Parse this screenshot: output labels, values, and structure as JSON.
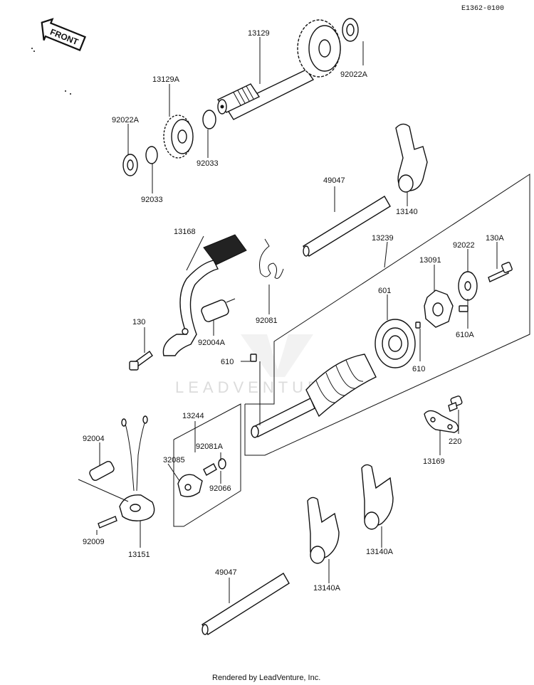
{
  "diagram_code": "E1362-0100",
  "front_label": "FRONT",
  "watermark": "LEADVENTURE",
  "footer": "Rendered by LeadVenture, Inc.",
  "labels": {
    "p13129": "13129",
    "p13129A": "13129A",
    "p92022A_top": "92022A",
    "p92022A_left": "92022A",
    "p92033_mid": "92033",
    "p92033_low": "92033",
    "p49047_upper": "49047",
    "p13140": "13140",
    "p13168": "13168",
    "p13239": "13239",
    "p130A": "130A",
    "p92022": "92022",
    "p13091": "13091",
    "p601": "601",
    "p610A": "610A",
    "p92081": "92081",
    "p130": "130",
    "p92004A": "92004A",
    "p610_left": "610",
    "p610_right": "610",
    "p13244": "13244",
    "p92004": "92004",
    "p92081A": "92081A",
    "p32085": "32085",
    "p92066": "92066",
    "p220": "220",
    "p13169": "13169",
    "p92009": "92009",
    "p13151": "13151",
    "p13140A_right": "13140A",
    "p13140A_left": "13140A",
    "p49047_lower": "49047"
  }
}
